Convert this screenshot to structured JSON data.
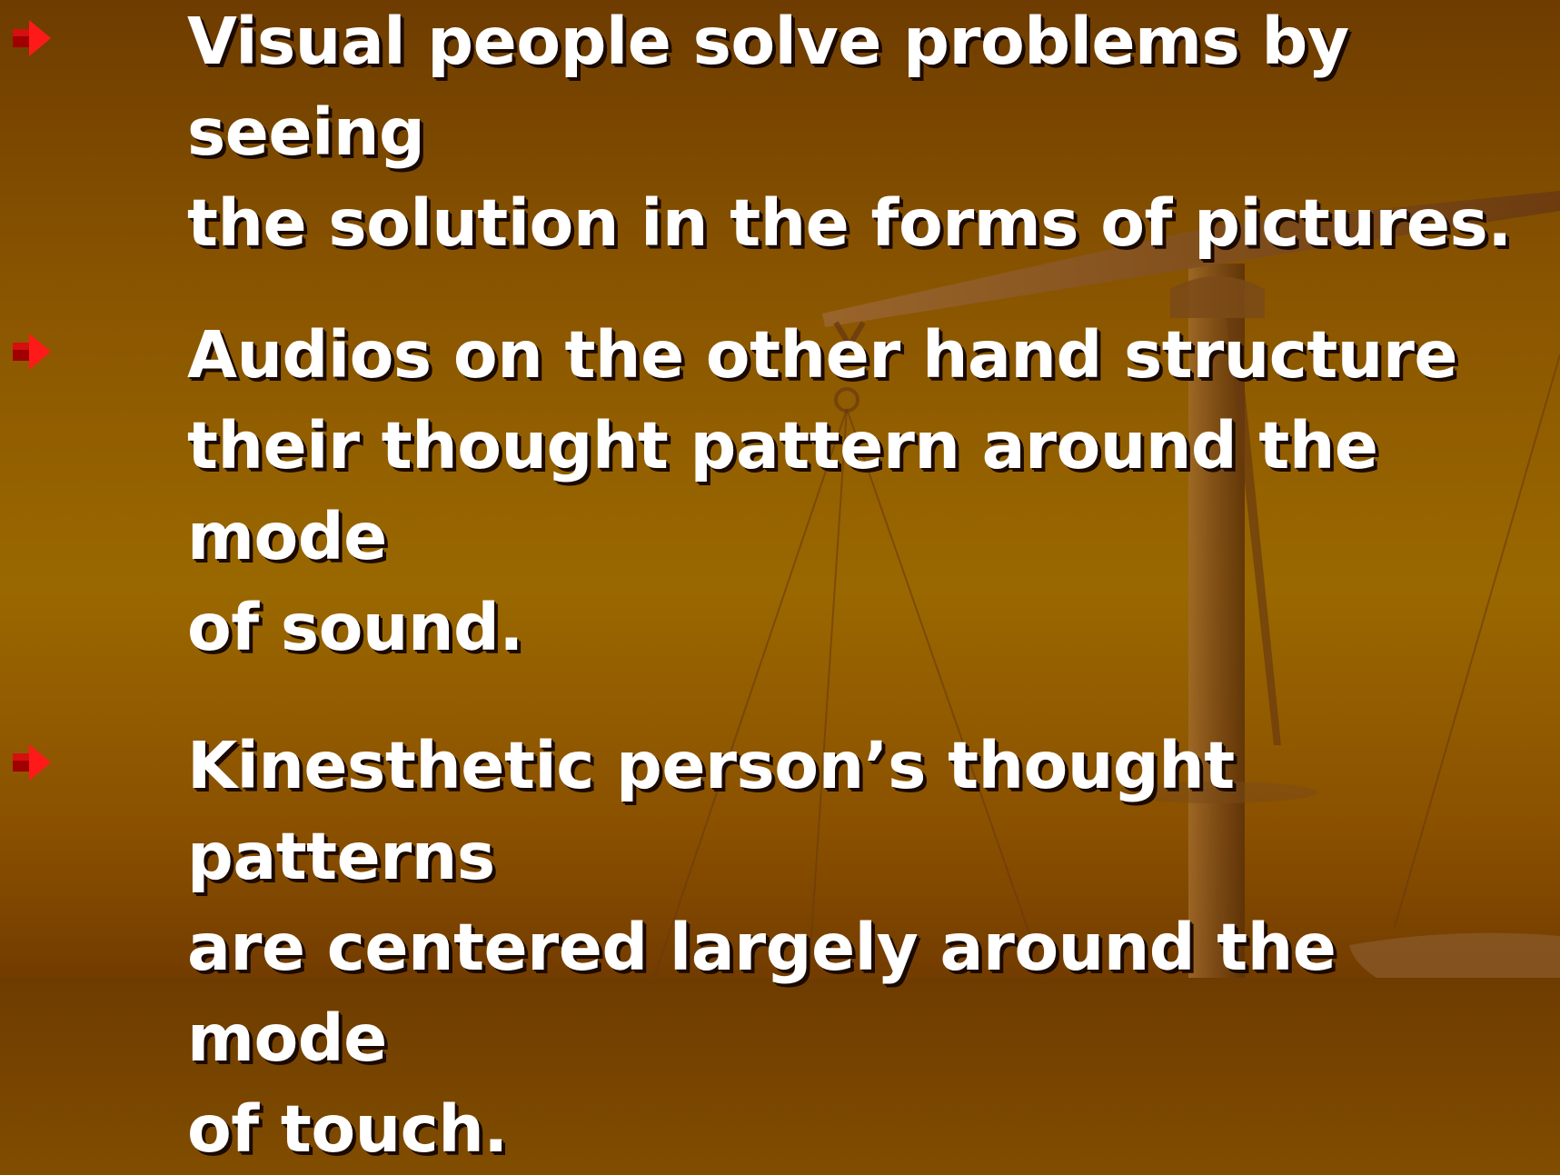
{
  "slide": {
    "background_colors": [
      "#6e3c00",
      "#9a6800"
    ],
    "bullet_icon": "red-arrow-icon",
    "bullet_color": "#e01010",
    "items": [
      {
        "text": "Visual people solve problems by seeing\nthe solution in the forms of pictures."
      },
      {
        "text": "Audios on the other hand structure\ntheir thought pattern around the mode\nof sound."
      },
      {
        "text": "Kinesthetic person’s thought patterns\nare centered largely around the mode\nof touch."
      }
    ]
  }
}
